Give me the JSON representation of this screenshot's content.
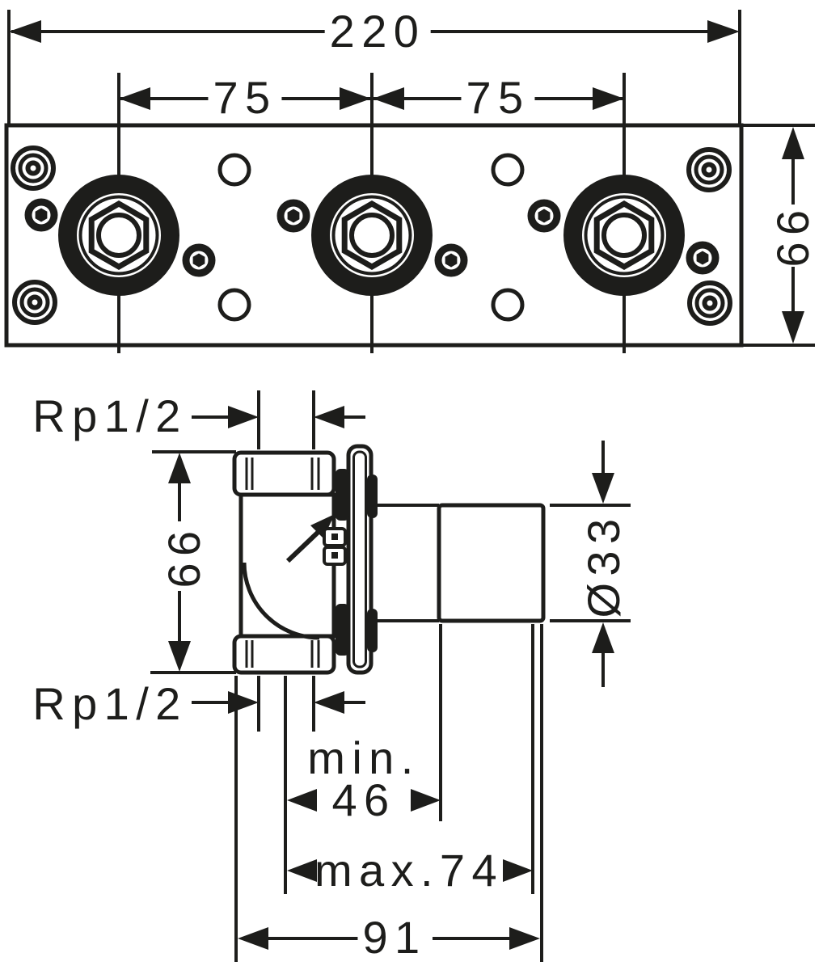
{
  "colors": {
    "ink": "#1d1d1b",
    "background": "#ffffff"
  },
  "top_view": {
    "dim_width": "220",
    "dim_pitch_left": "75",
    "dim_pitch_right": "75",
    "dim_height": "66"
  },
  "side_view": {
    "thread_top": "Rp1/2",
    "thread_bottom": "Rp1/2",
    "dim_height": "66",
    "dim_spigot_diameter": "Ø33",
    "dim_depth_min_label": "min.",
    "dim_depth_min_value": "46",
    "dim_depth_max": "max.74",
    "dim_total_depth": "91"
  }
}
